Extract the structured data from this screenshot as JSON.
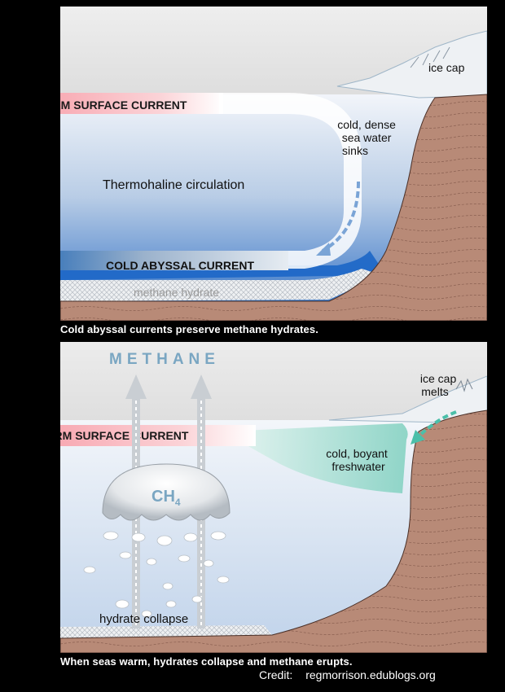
{
  "top_panel": {
    "ice_cap": "ice cap",
    "warm_current": "WARM SURFACE CURRENT",
    "sinking_water": [
      "cold, dense",
      "sea water",
      "sinks"
    ],
    "circulation": "Thermohaline circulation",
    "abyssal_current": "COLD ABYSSAL CURRENT",
    "hydrate": "methane hydrate",
    "caption": "Cold abyssal currents preserve methane hydrates."
  },
  "bottom_panel": {
    "methane": "METHANE",
    "ice_cap": [
      "ice cap",
      "melts"
    ],
    "warm_current": "WARM SURFACE CURRENT",
    "freshwater": [
      "cold, boyant",
      "freshwater"
    ],
    "bubble_label": "CH",
    "bubble_subscript": "4",
    "hydrate": "hydrate collapse",
    "caption": "When seas warm, hydrates collapse and methane erupts."
  },
  "credit": {
    "label": "Credit:",
    "source": "regmorrison.edublogs.org"
  },
  "colors": {
    "warm_current": "#f7a5ad",
    "cold_current": "#1565b8",
    "seabed": "#b58774",
    "freshwater": "#8fd6c8",
    "methane_text": "#7aa6c2"
  }
}
